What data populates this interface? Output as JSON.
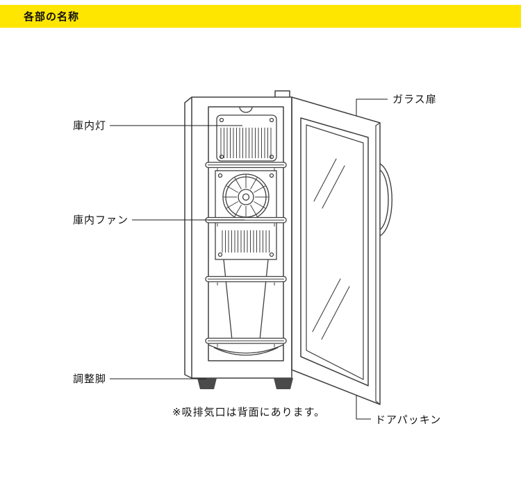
{
  "header": {
    "title": "各部の名称"
  },
  "diagram": {
    "labels": {
      "interior_light": "庫内灯",
      "interior_fan": "庫内ファン",
      "adjustable_feet": "調整脚",
      "glass_door": "ガラス扉",
      "door_gasket": "ドアパッキン"
    },
    "note": "※吸排気口は背面にあります。"
  },
  "icons": {
    "appliance": "wine-cooler-line-drawing"
  },
  "colors": {
    "header_bg": "#ffe600",
    "line_art": "#3f3f3f",
    "leader_line": "#1a1a1a",
    "text": "#111111",
    "feet_fill": "#4a4a4a"
  }
}
